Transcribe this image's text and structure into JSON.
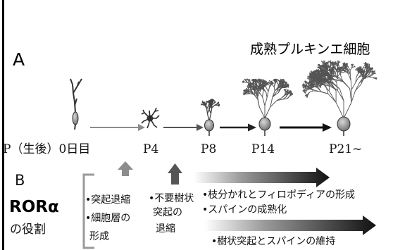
{
  "panel_a": {
    "label": "A",
    "title": "成熟プルキンエ細胞",
    "stages": [
      "P（生後）0日目",
      "P4",
      "P8",
      "P14",
      "P21~"
    ]
  },
  "panel_b": {
    "label": "B",
    "gene": "RORα",
    "gene_caption": "の役割",
    "early_roles": {
      "col1": [
        "•突起退縮",
        "•細胞層の",
        "形成"
      ],
      "col2": [
        "•不要樹状",
        "突起の",
        "退縮"
      ]
    },
    "later_roles": [
      "•枝分かれとフィロポディアの形成",
      "•スパインの成熟化",
      "•樹状突起とスパインの維持"
    ]
  },
  "colors": {
    "arrow_gray": "#8c8c8c",
    "arrow_dark": "#1a1a1a",
    "bracket_gray": "#9a9a9a",
    "cell_fill": "#8a8a8a"
  }
}
